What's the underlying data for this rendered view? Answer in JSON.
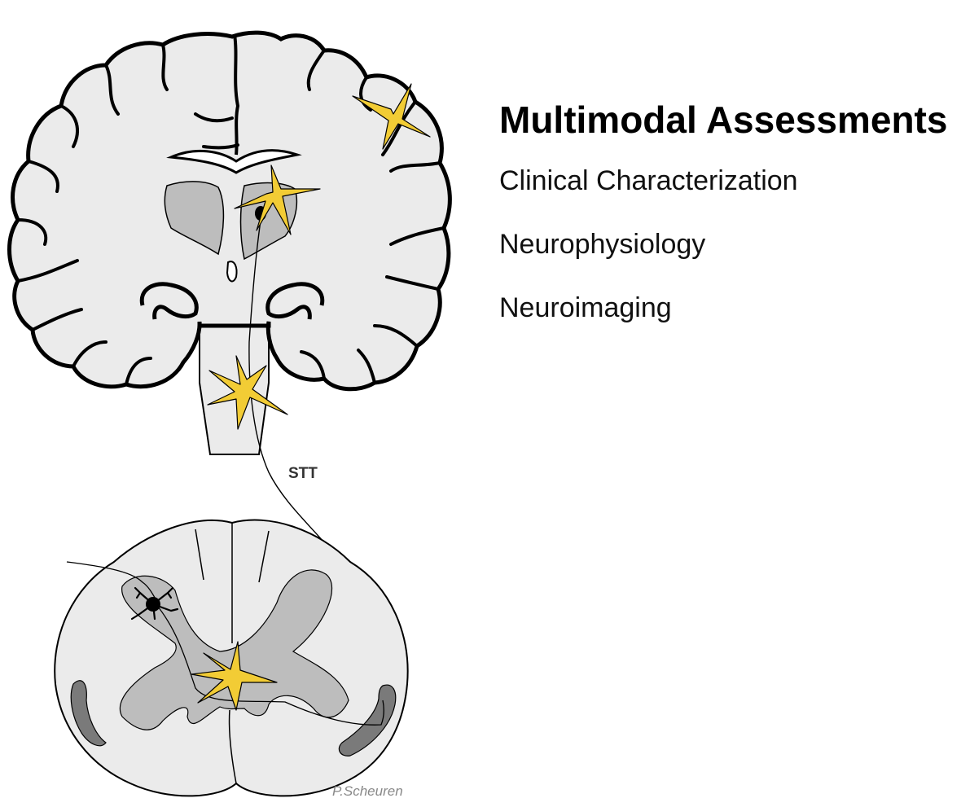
{
  "panel": {
    "title": "Multimodal Assessments",
    "items": [
      "Clinical Characterization",
      "Neurophysiology",
      "Neuroimaging"
    ]
  },
  "diagram": {
    "tract_label": "STT",
    "credit": "P.Scheuren",
    "colors": {
      "tissue": "#ebebeb",
      "gray_matter": "#bdbdbd",
      "dark_band": "#7a7a7a",
      "outline": "#000000",
      "lesion_star": "#f2cc35"
    },
    "icons": [
      "lesion-star-icon",
      "neuron-icon"
    ]
  }
}
